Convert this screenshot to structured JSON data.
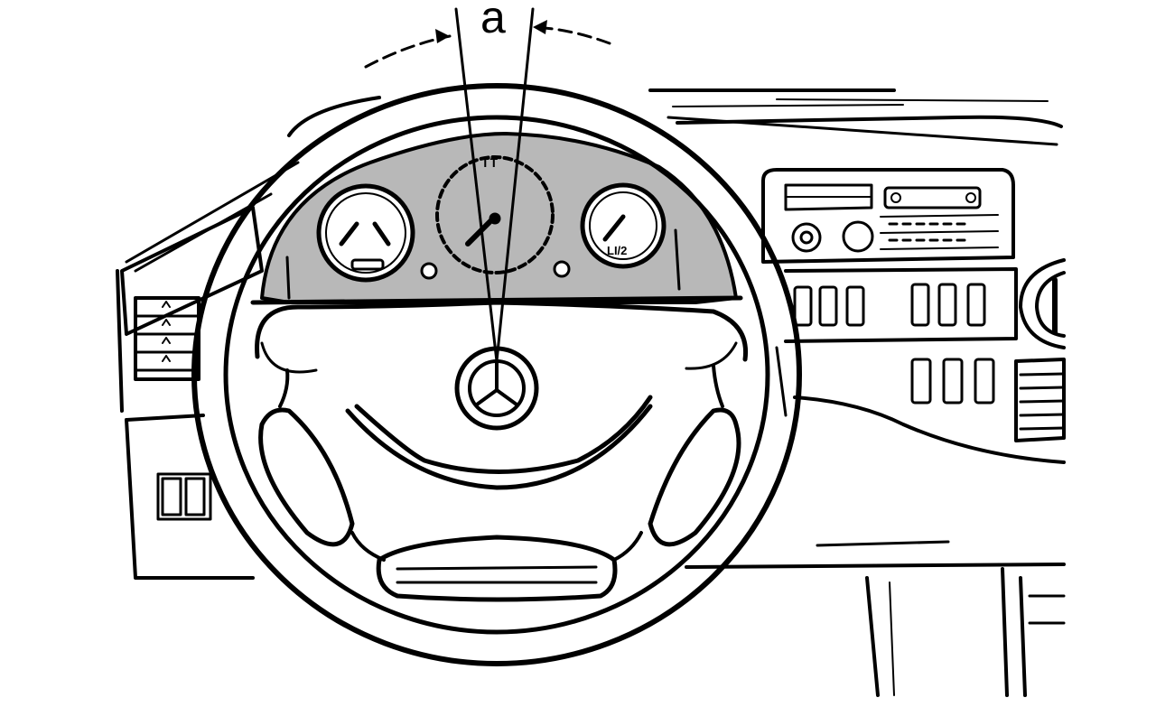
{
  "figure": {
    "angle_label": "a",
    "gauge_right_text": "LI/2",
    "gauge_center_mark": "TT"
  },
  "colors": {
    "ink": "#000000",
    "paper": "#ffffff",
    "cluster_fill": "#b8b8b8"
  }
}
